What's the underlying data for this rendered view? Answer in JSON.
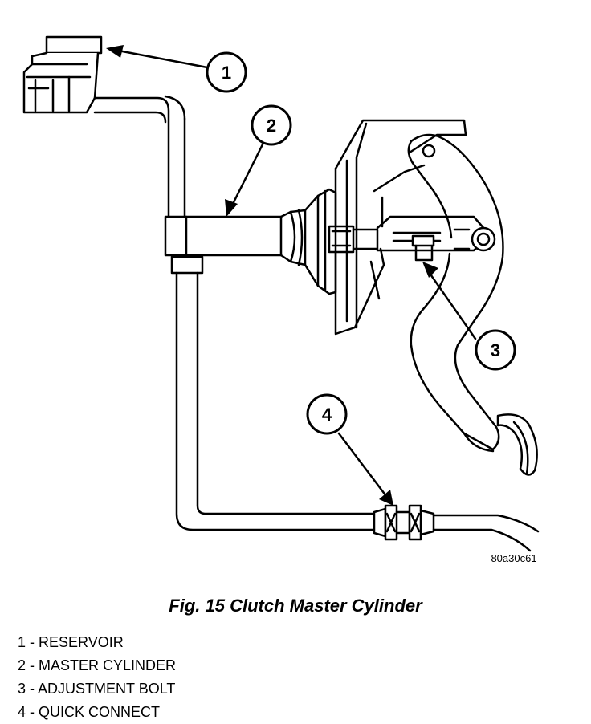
{
  "figure": {
    "image_code": "80a30c61",
    "callouts": [
      "1",
      "2",
      "3",
      "4"
    ]
  },
  "caption": "Fig. 15 Clutch Master Cylinder",
  "legend": [
    {
      "text": "1 - RESERVOIR"
    },
    {
      "text": "2 - MASTER CYLINDER"
    },
    {
      "text": "3 - ADJUSTMENT BOLT"
    },
    {
      "text": "4 - QUICK CONNECT"
    }
  ],
  "colors": {
    "ink": "#000000",
    "paper": "#ffffff"
  }
}
